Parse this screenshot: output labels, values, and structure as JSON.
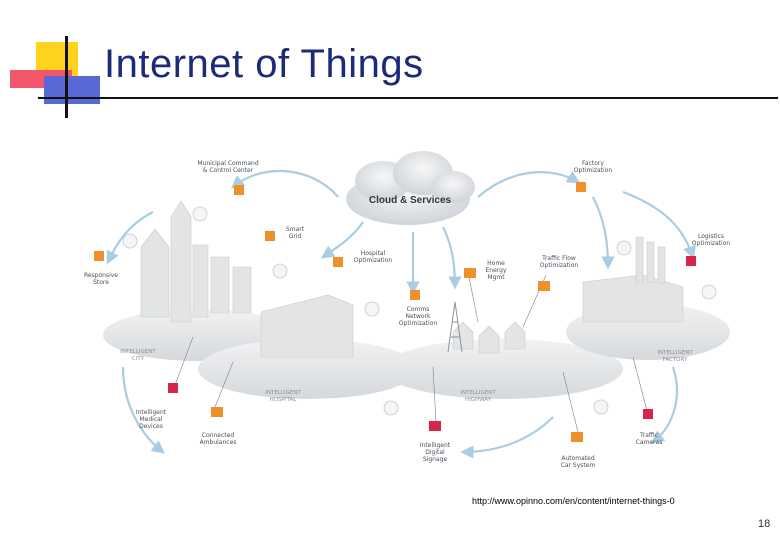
{
  "slide": {
    "title": "Internet of Things",
    "source_url": "http://www.opinno.com/en/content/internet-things-0",
    "page_number": "18"
  },
  "diagram": {
    "hub": "Cloud & Services",
    "nodes": [
      {
        "id": "municipal",
        "lines": [
          "Municipal Command",
          "& Control Center"
        ]
      },
      {
        "id": "factory-opt",
        "lines": [
          "Factory",
          "Optimization"
        ]
      },
      {
        "id": "smart-grid",
        "lines": [
          "Smart",
          "Grid"
        ]
      },
      {
        "id": "logistics",
        "lines": [
          "Logistics",
          "Optimization"
        ]
      },
      {
        "id": "responsive-store",
        "lines": [
          "Responsive",
          "Store"
        ]
      },
      {
        "id": "hospital-opt",
        "lines": [
          "Hospital",
          "Optimization"
        ]
      },
      {
        "id": "home-energy",
        "lines": [
          "Home",
          "Energy",
          "Mgmt"
        ]
      },
      {
        "id": "traffic-flow",
        "lines": [
          "Traffic Flow",
          "Optimization"
        ]
      },
      {
        "id": "comms-network",
        "lines": [
          "Comms",
          "Network",
          "Optimization"
        ]
      },
      {
        "id": "intelligent-medical",
        "lines": [
          "Intelligent",
          "Medical",
          "Devices"
        ]
      },
      {
        "id": "connected-ambulances",
        "lines": [
          "Connected",
          "Ambulances"
        ]
      },
      {
        "id": "digital-signage",
        "lines": [
          "Intelligent",
          "Digital",
          "Signage"
        ]
      },
      {
        "id": "automated-car",
        "lines": [
          "Automated",
          "Car System"
        ]
      },
      {
        "id": "traffic-cameras",
        "lines": [
          "Traffic",
          "Cameras"
        ]
      }
    ],
    "zones": [
      {
        "id": "city",
        "lines": [
          "INTELLIGENT",
          "CITY"
        ]
      },
      {
        "id": "hospital",
        "lines": [
          "INTELLIGENT",
          "HOSPITAL"
        ]
      },
      {
        "id": "highway",
        "lines": [
          "INTELLIGENT",
          "HIGHWAY"
        ]
      },
      {
        "id": "factory",
        "lines": [
          "INTELLIGENT",
          "FACTORY"
        ]
      }
    ]
  },
  "colors": {
    "title": "#1c2a7a",
    "arrow": "#a9cde3",
    "platform": "#e8eaec",
    "orange_device": "#f0902a",
    "red_device": "#d7264a"
  }
}
